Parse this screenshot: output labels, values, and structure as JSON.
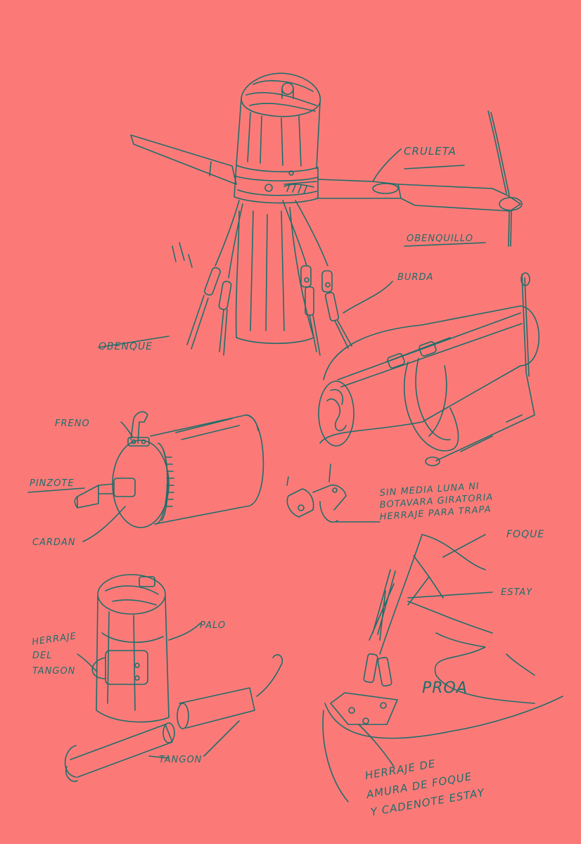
{
  "colors": {
    "paper": "#fb7a78",
    "ink": "#1f6e6a"
  },
  "labels": {
    "cruleta": "CRULETA",
    "obenquillo": "OBENQUILLO",
    "burda": "BURDA",
    "obenque": "OBENQUE",
    "freno": "FRENO",
    "pinzote": "PINZOTE",
    "cardan": "CARDAN",
    "sin_media_luna_1": "SIN MEDIA LUNA NI",
    "sin_media_luna_2": "BOTAVARA GIRATORIA",
    "sin_media_luna_3": "HERRAJE PARA TRAPA",
    "foque": "FOQUE",
    "estay": "ESTAY",
    "proa": "PROA",
    "palo": "PALO",
    "herraje_tangon_1": "HERRAJE",
    "herraje_tangon_2": "DEL",
    "herraje_tangon_3": "TANGON",
    "tangon": "TANGON",
    "herraje_amura_1": "HERRAJE DE",
    "herraje_amura_2": "AMURA DE FOQUE",
    "herraje_amura_3": "Y CADENOTE ESTAY"
  }
}
